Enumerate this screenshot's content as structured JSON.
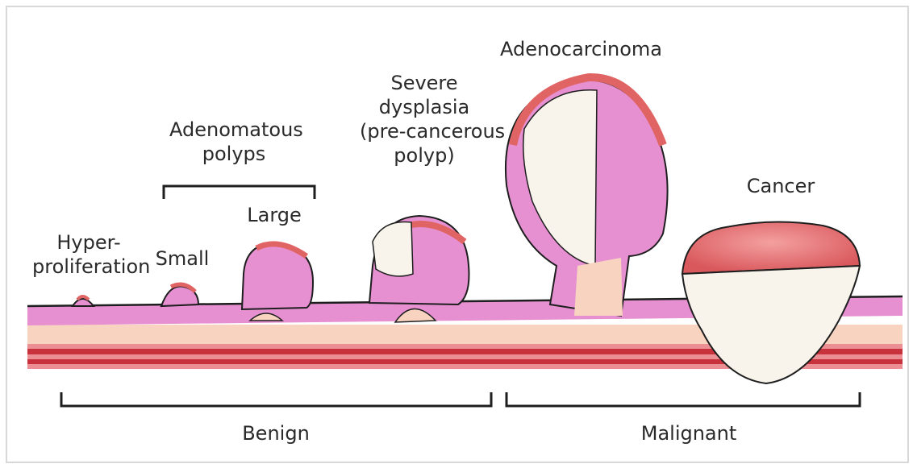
{
  "labels": {
    "hyperproliferation": [
      "Hyper-",
      "proliferation"
    ],
    "adenomatous_polyps": [
      "Adenomatous",
      "polyps"
    ],
    "small": "Small",
    "large": "Large",
    "severe_dysplasia": [
      "Severe",
      "dysplasia",
      "(pre-cancerous",
      "polyp)"
    ],
    "adenocarcinoma": "Adenocarcinoma",
    "cancer": "Cancer",
    "benign": "Benign",
    "malignant": "Malignant"
  },
  "colors": {
    "mucosa_pink": "#e690d2",
    "submucosa_peach": "#f7d3c0",
    "muscle_red": "#c8323c",
    "muscle_rose": "#ec8f95",
    "tumor_red": "#e16464",
    "tumor_white": "#f8f4ec",
    "outline": "#1e1e1e"
  }
}
